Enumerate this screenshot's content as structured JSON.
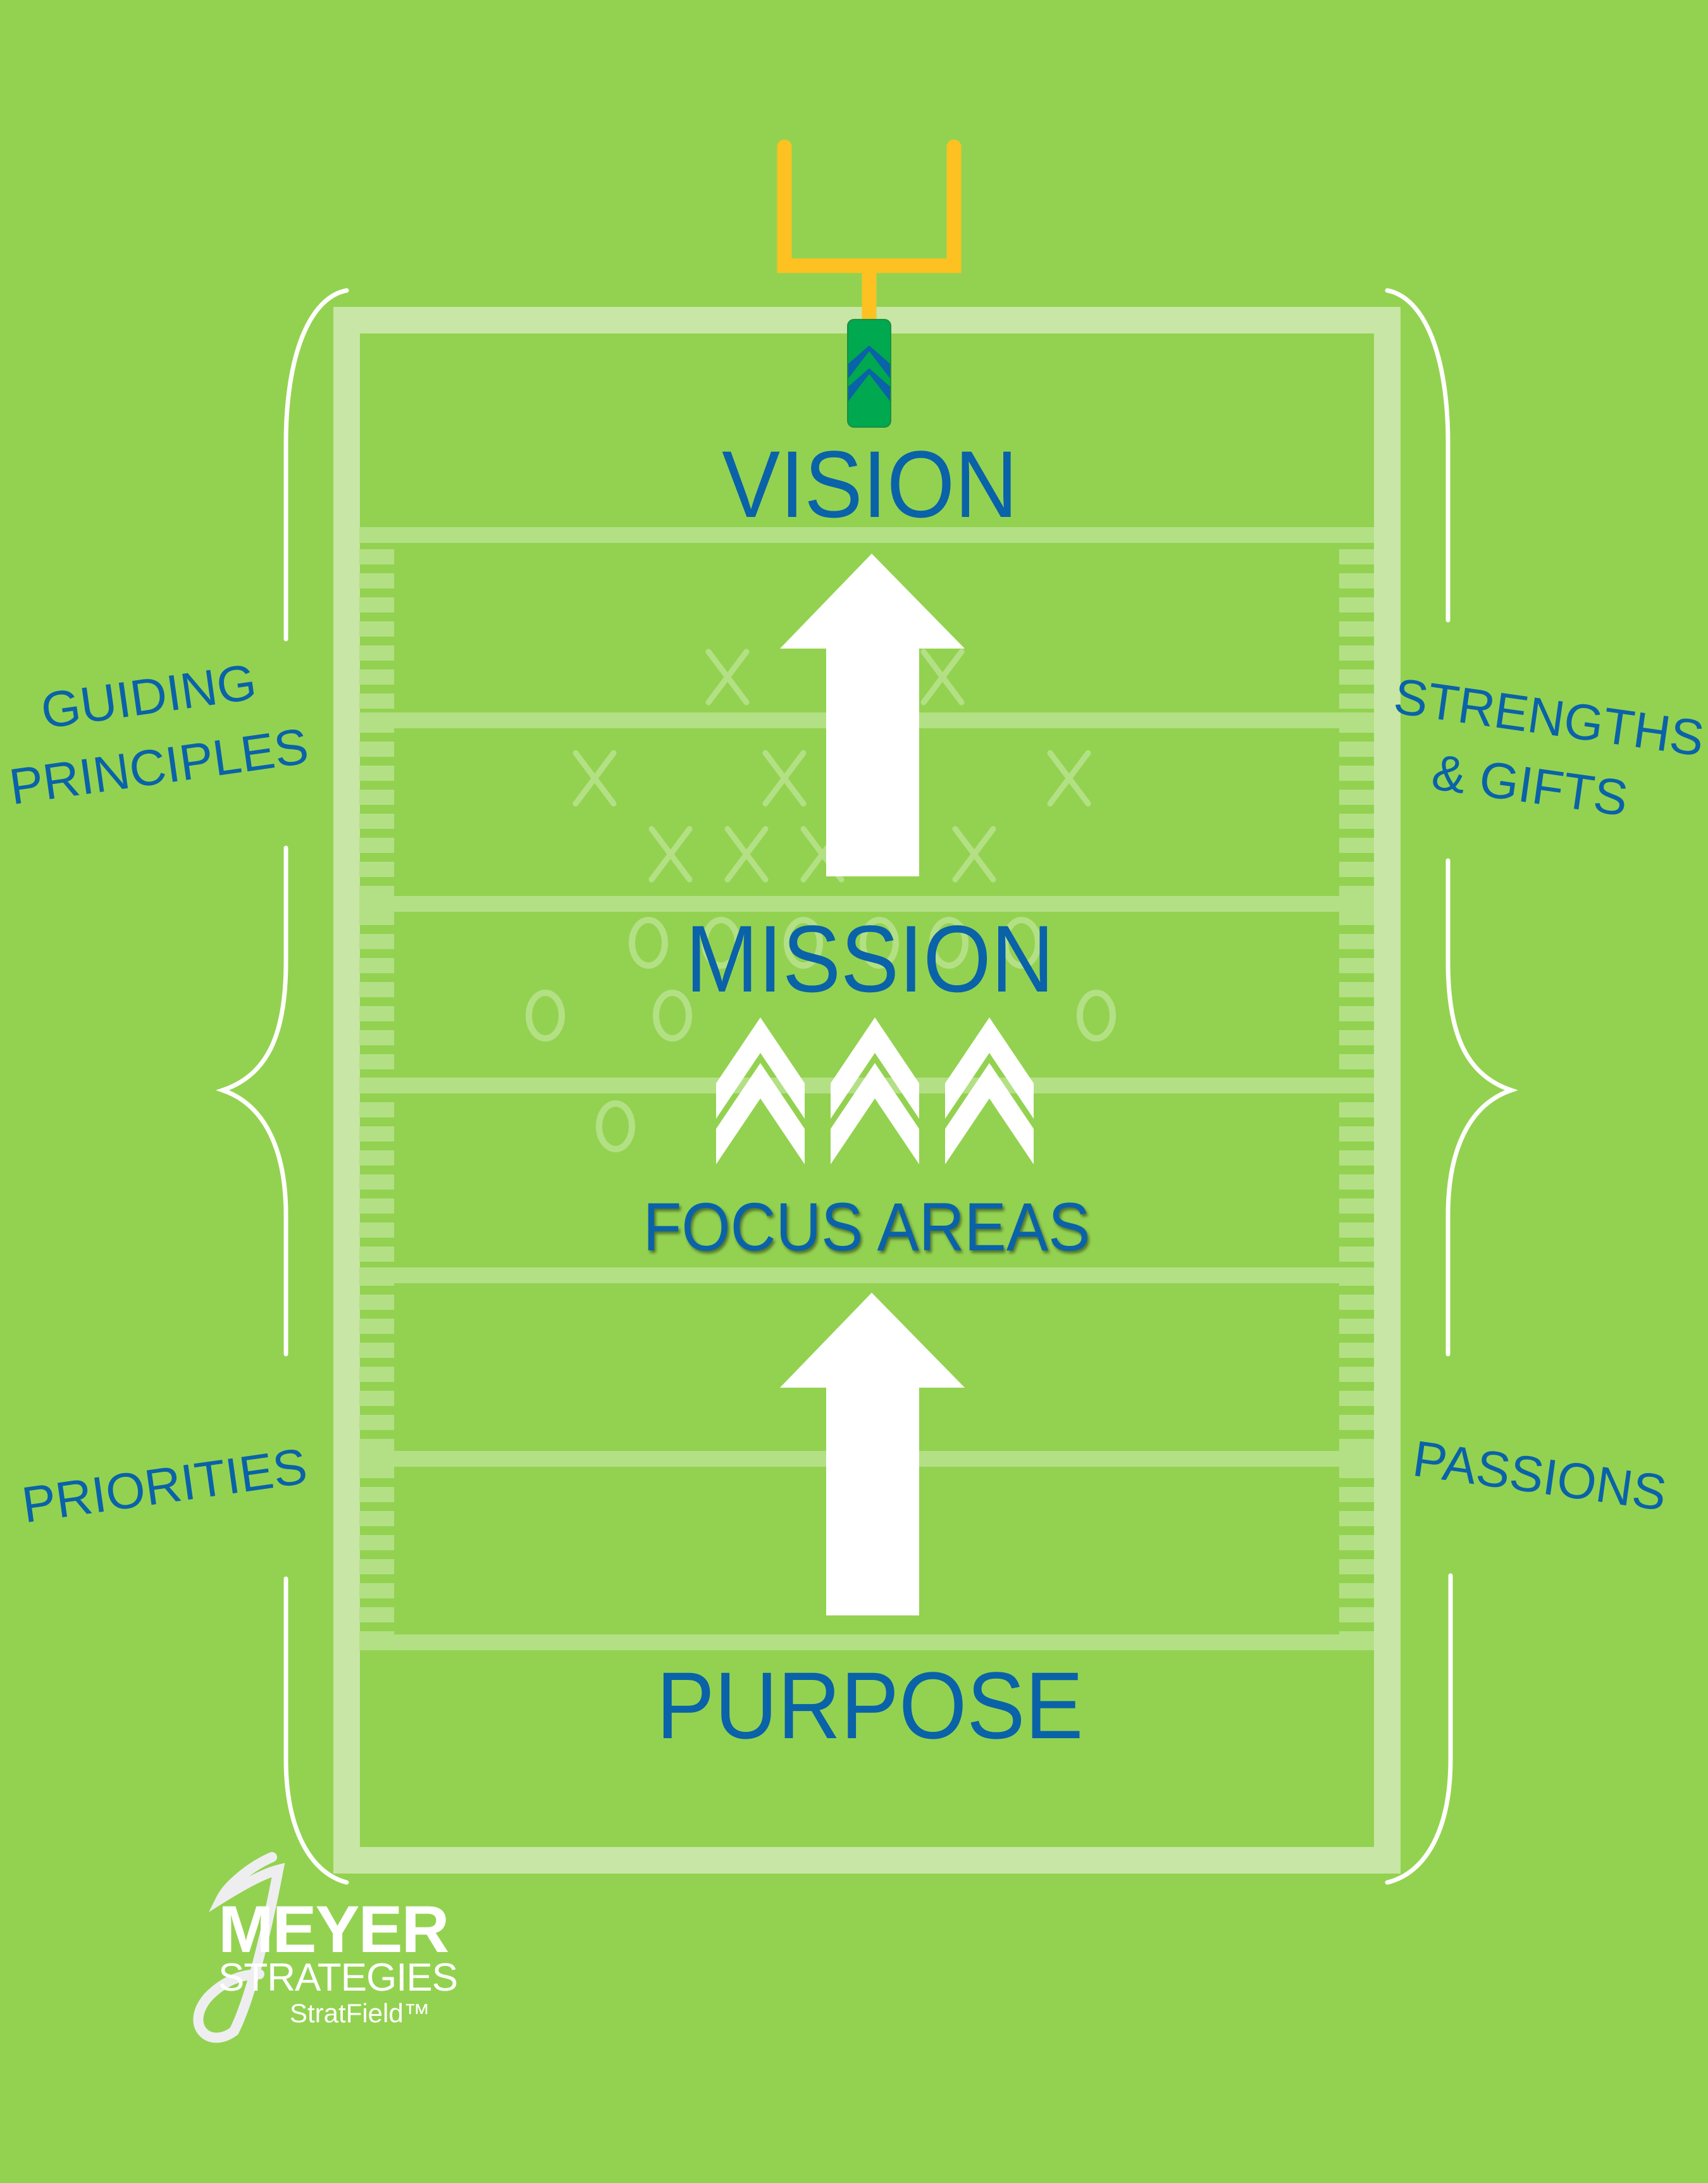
{
  "diagram": {
    "title": "StratField",
    "center_labels": {
      "vision": "VISION",
      "mission": "MISSION",
      "focus_areas": "FOCUS AREAS",
      "purpose": "PURPOSE"
    },
    "left_labels": {
      "guiding_line1": "GUIDING",
      "guiding_line2": "PRINCIPLES",
      "priorities": "PRIORITIES"
    },
    "right_labels": {
      "strengths_line1": "STRENGTHS",
      "strengths_line2": "& GIFTS",
      "passions": "PASSIONS"
    },
    "logo": {
      "name_line1": "MEYER",
      "name_line2": "STRATEGIES",
      "product": "StratField™"
    },
    "icons": [
      "goal-post-icon",
      "first-down-marker-icon",
      "up-arrow-icon",
      "chevron-icon",
      "bracket-icon",
      "play-x-icon",
      "play-o-icon"
    ],
    "colors": {
      "background": "#93d250",
      "field_border": "#c8e6a5",
      "yard_line": "#b3e085",
      "text": "#0a62a8",
      "goal_post": "#fdc121",
      "marker": "#00a84f",
      "arrows": "#ffffff"
    }
  }
}
